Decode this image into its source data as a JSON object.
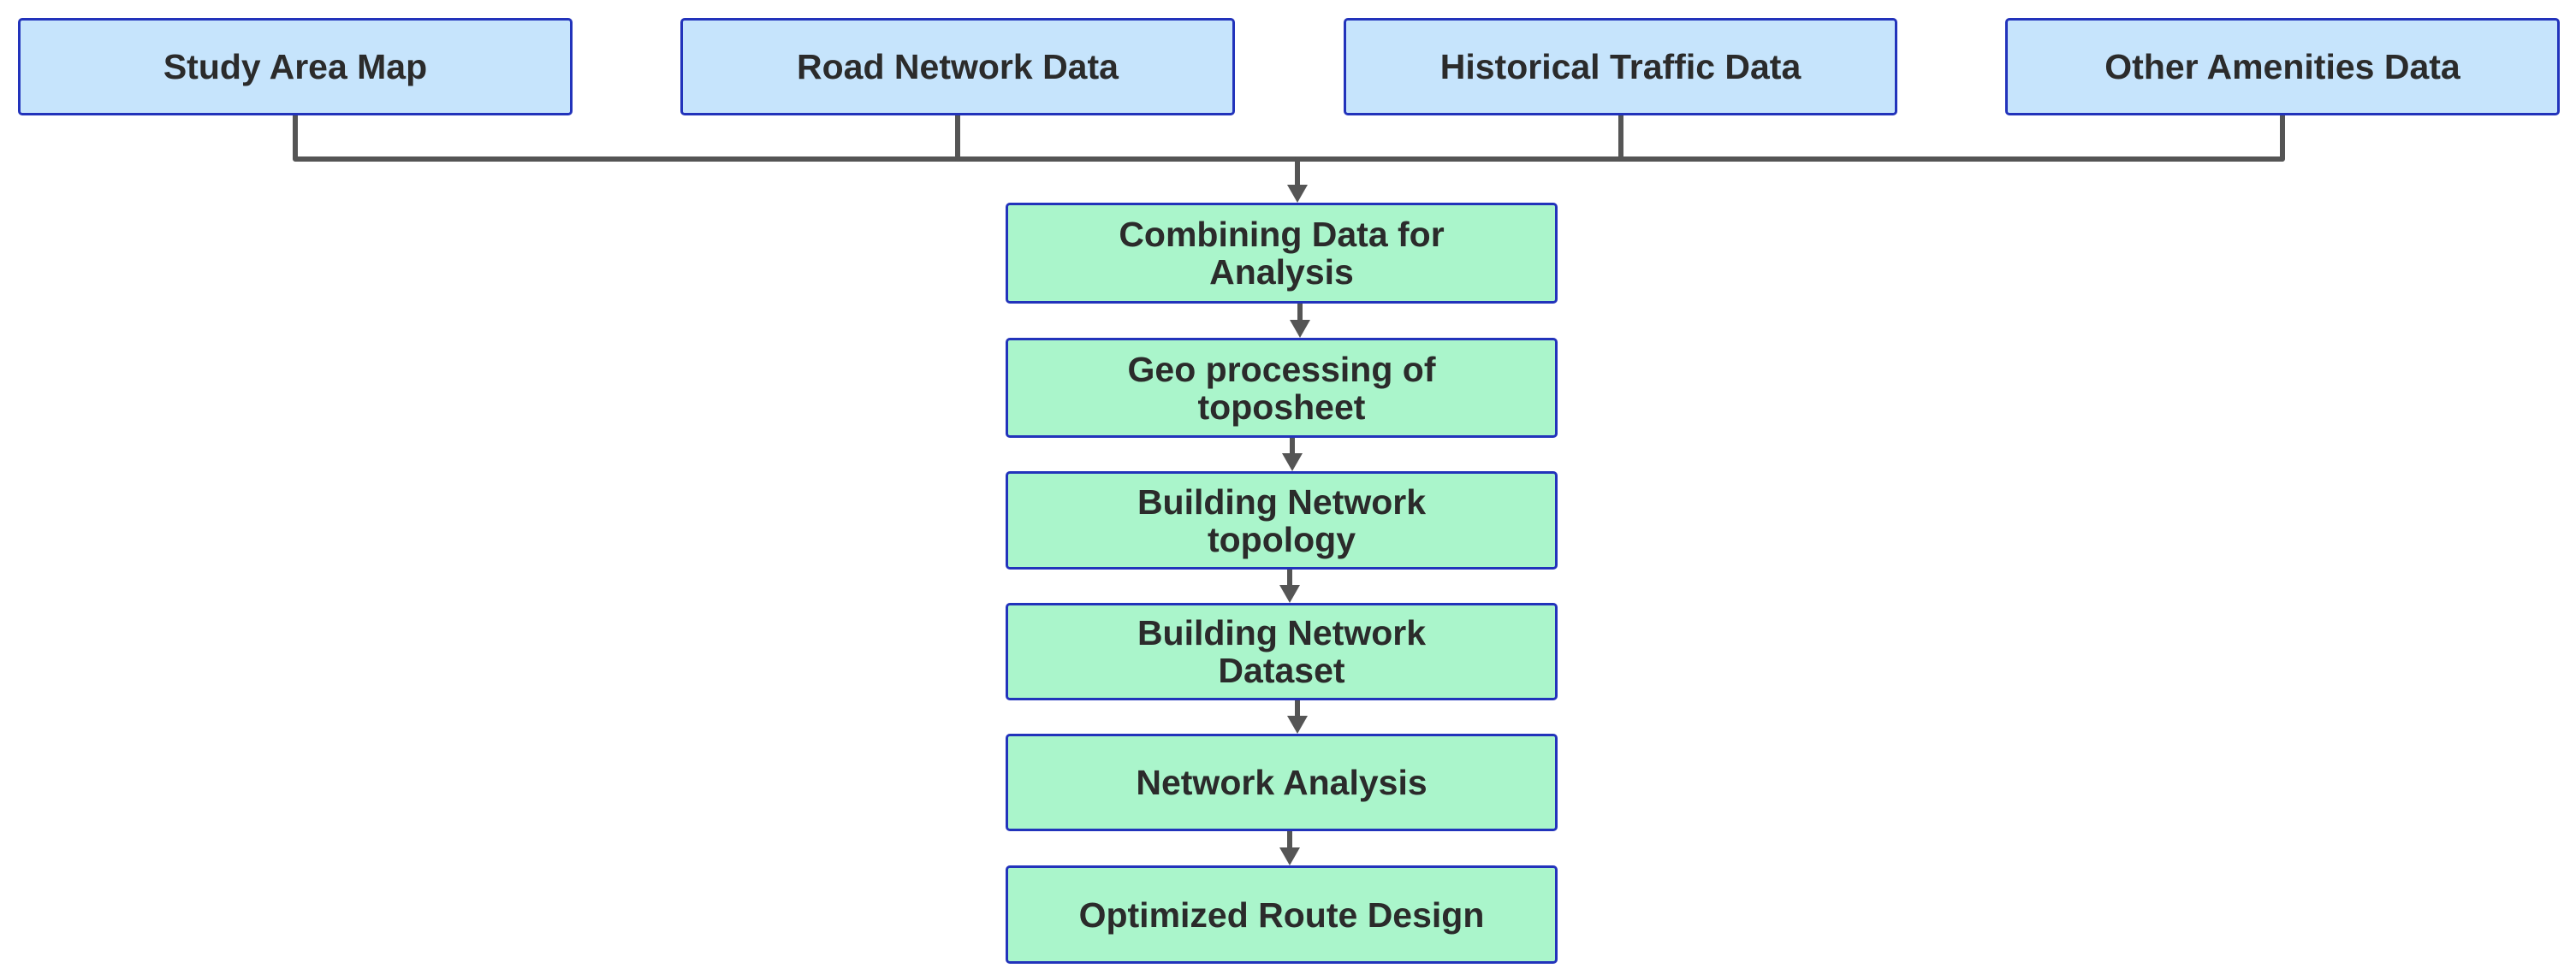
{
  "diagram": {
    "sources": [
      "Study Area Map",
      "Road Network Data",
      "Historical Traffic Data",
      "Other Amenities Data"
    ],
    "steps": [
      "Combining Data for\nAnalysis",
      "Geo processing of\ntoposheet",
      "Building Network\ntopology",
      "Building Network\nDataset",
      "Network Analysis",
      "Optimized Route Design"
    ]
  },
  "colors": {
    "source_fill": "#c6e4fc",
    "process_fill": "#aaf5cb",
    "border": "#2233bb",
    "connector": "#555555",
    "text": "#2b2b2b"
  }
}
